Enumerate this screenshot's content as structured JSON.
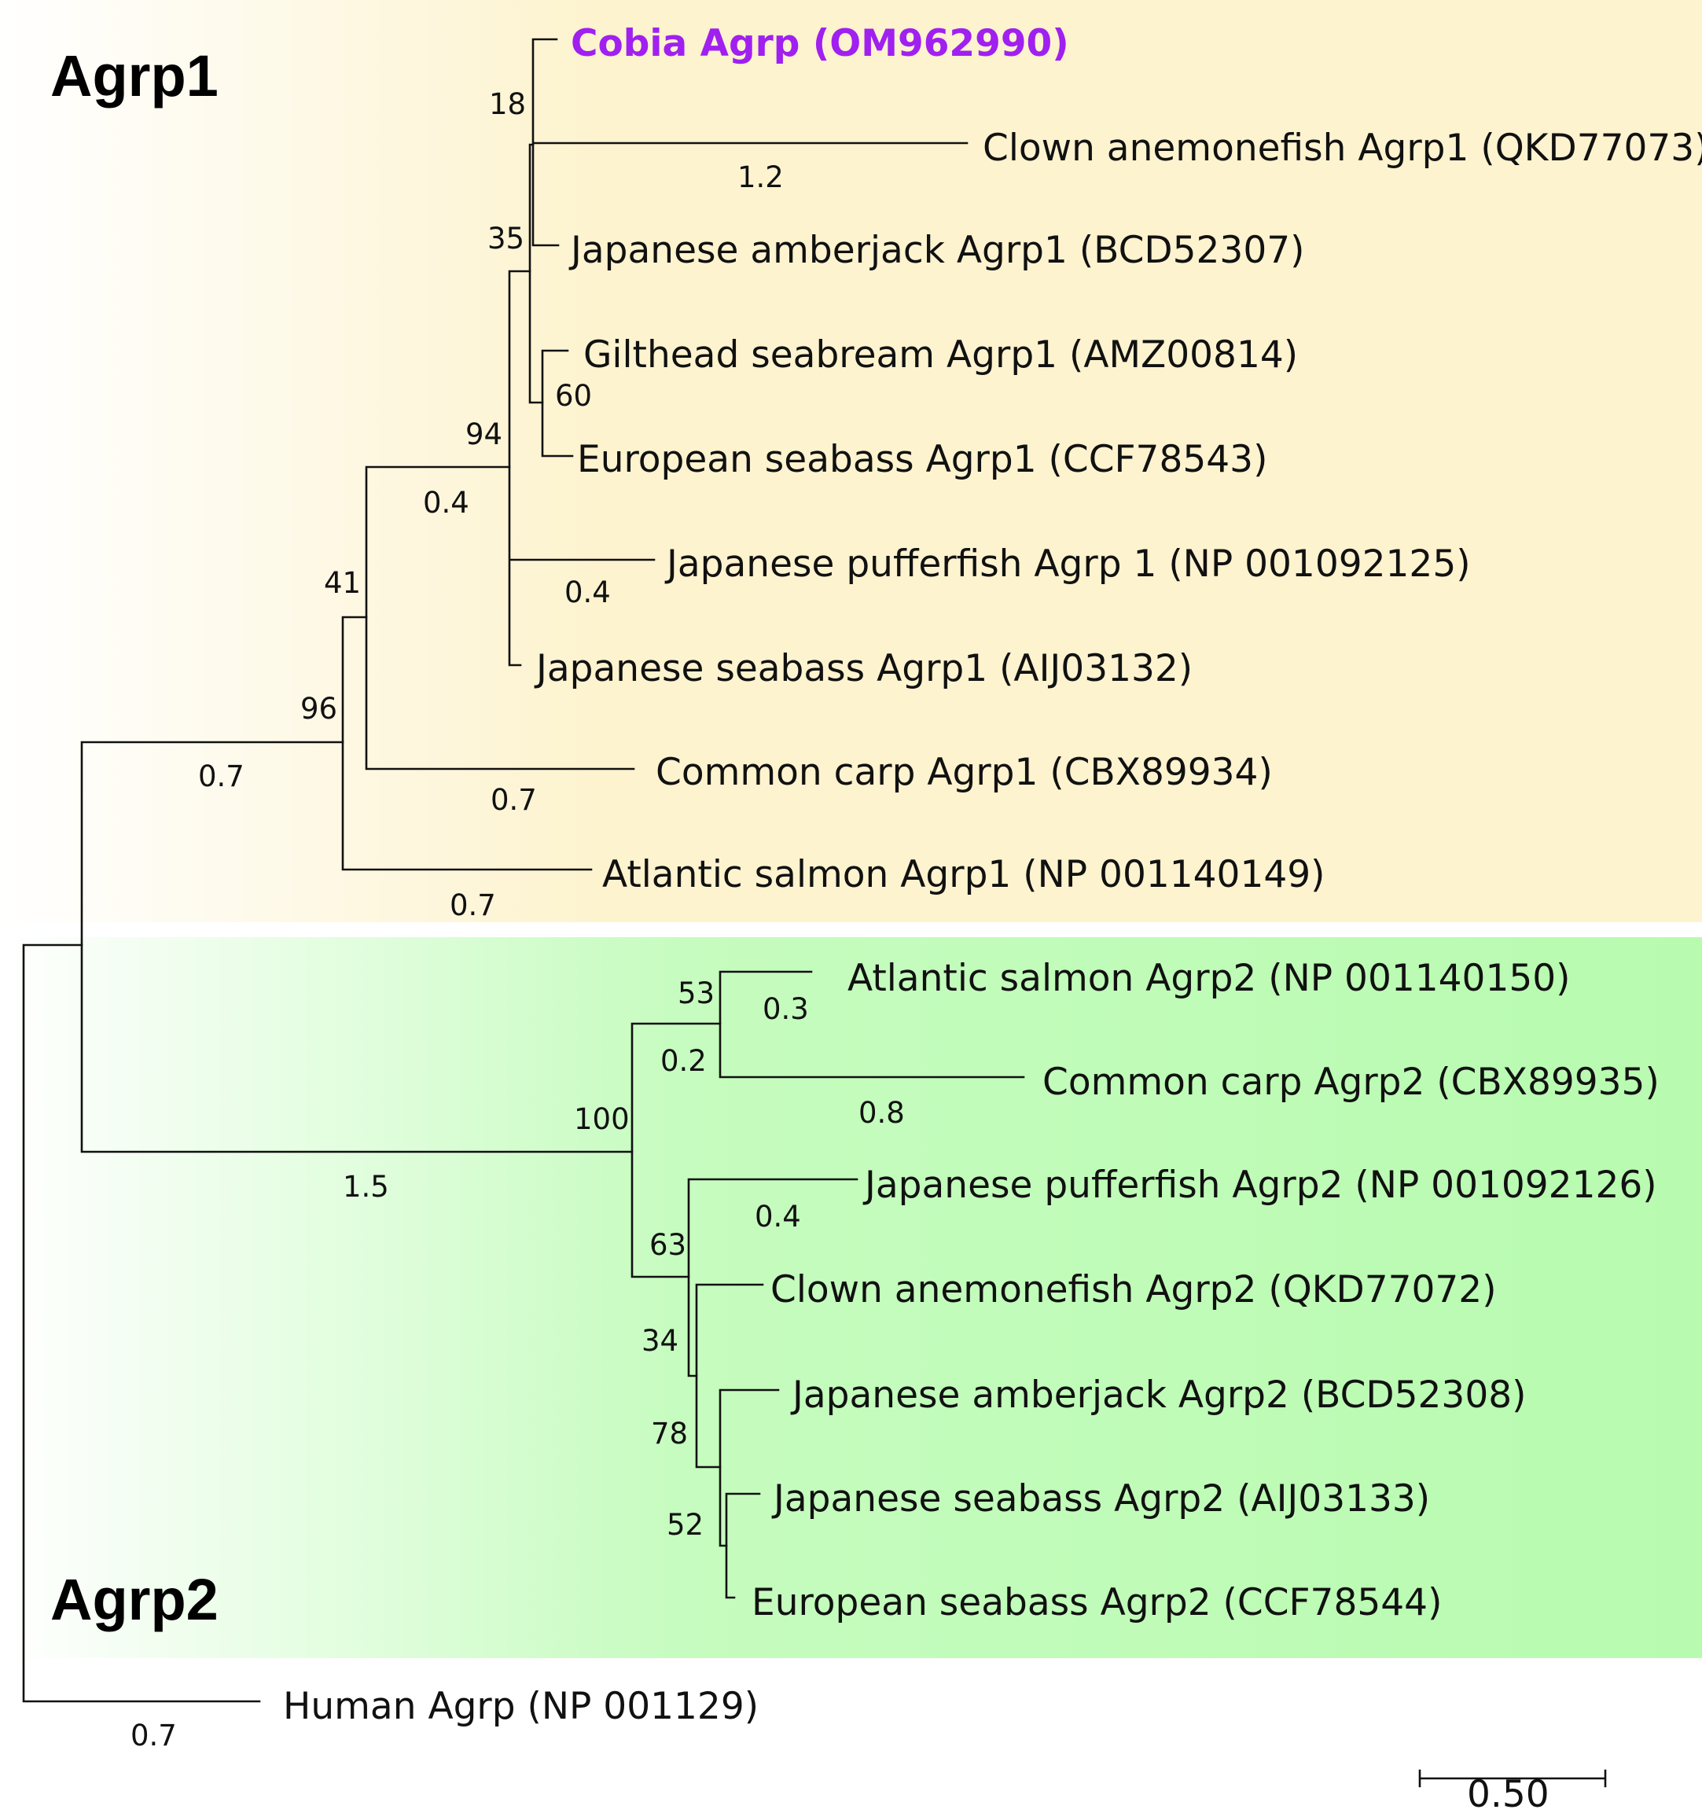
{
  "groups": {
    "agrp1": {
      "label": "Agrp1",
      "color": "#fdf3cf"
    },
    "agrp2": {
      "label": "Agrp2",
      "color": "#b8fbb0"
    }
  },
  "leaves": {
    "cobia": "Cobia Agrp (OM962990)",
    "clown1": "Clown anemonefish Agrp1 (QKD77073)",
    "amberjack1": "Japanese amberjack Agrp1 (BCD52307)",
    "gilthead1": "Gilthead seabream Agrp1 (AMZ00814)",
    "european1": "European seabass Agrp1 (CCF78543)",
    "puffer1": "Japanese pufferfish Agrp 1 (NP 001092125)",
    "jseabass1": "Japanese seabass Agrp1 (AIJ03132)",
    "carp1": "Common carp Agrp1 (CBX89934)",
    "salmon1": "Atlantic salmon Agrp1 (NP 001140149)",
    "salmon2": "Atlantic salmon Agrp2 (NP 001140150)",
    "carp2": "Common carp Agrp2 (CBX89935)",
    "puffer2": "Japanese pufferfish Agrp2 (NP 001092126)",
    "clown2": "Clown anemonefish Agrp2 (QKD77072)",
    "amberjack2": "Japanese amberjack Agrp2 (BCD52308)",
    "jseabass2": "Japanese seabass Agrp2 (AIJ03133)",
    "european2": "European seabass Agrp2 (CCF78544)",
    "human": "Human Agrp (NP 001129)"
  },
  "highlight_color": "#a020f0",
  "bootstrap": {
    "n18": "18",
    "n35": "35",
    "n60": "60",
    "n94": "94",
    "n41": "41",
    "n96": "96",
    "n53": "53",
    "n100": "100",
    "n63": "63",
    "n34": "34",
    "n78": "78",
    "n52": "52"
  },
  "branch_lengths": {
    "clown1": "1.2",
    "agrp1_core": "0.4",
    "puffer1": "0.4",
    "carp1": "0.7",
    "salmon1": "0.7",
    "agrp1_stem": "0.7",
    "salmon2": "0.3",
    "salmon_carp2": "0.2",
    "carp2": "0.8",
    "puffer2": "0.4",
    "agrp2_stem": "1.5",
    "human": "0.7"
  },
  "scale_bar": {
    "label": "0.50"
  }
}
